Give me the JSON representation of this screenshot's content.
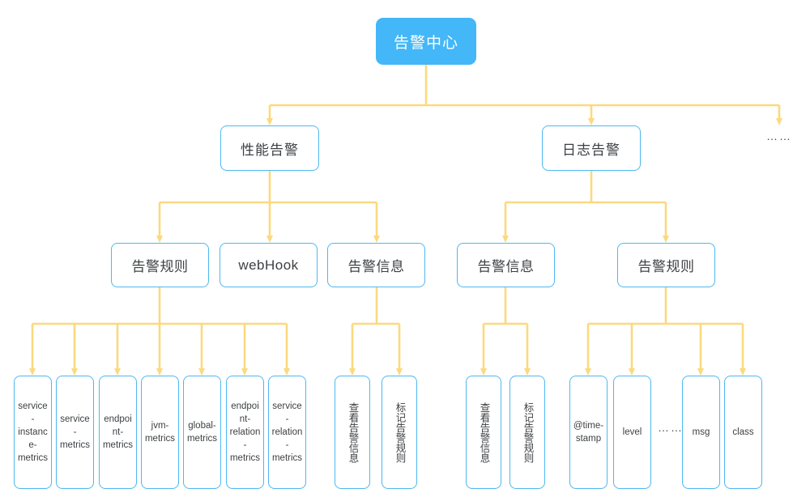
{
  "diagram": {
    "title": "告警中心",
    "accent_line_color": "#fbd97f",
    "node_border_color": "#4db8f0",
    "root_fill_color": "#43b7f8",
    "text_color": "#3d4043",
    "ellipsis_text": "……",
    "nodes": {
      "root": {
        "label": "告警中心"
      },
      "level2": [
        {
          "label": "性能告警"
        },
        {
          "label": "日志告警"
        },
        {
          "label": "……"
        }
      ],
      "perf_children": [
        {
          "label": "告警规则"
        },
        {
          "label": "webHook"
        },
        {
          "label": "告警信息"
        }
      ],
      "log_children": [
        {
          "label": "告警信息"
        },
        {
          "label": "告警规则"
        }
      ],
      "perf_rule_leaves": [
        {
          "label": "service-instance-metrics"
        },
        {
          "label": "service-metrics"
        },
        {
          "label": "endpoint-metrics"
        },
        {
          "label": "jvm-metrics"
        },
        {
          "label": "global-metrics"
        },
        {
          "label": "endpoint-relation-metrics"
        },
        {
          "label": "service-relation-metrics"
        }
      ],
      "perf_info_leaves": [
        {
          "label": "查看告警信息"
        },
        {
          "label": "标记告警规则"
        }
      ],
      "log_info_leaves": [
        {
          "label": "查看告警信息"
        },
        {
          "label": "标记告警规则"
        }
      ],
      "log_rule_leaves": [
        {
          "label": "@time-stamp"
        },
        {
          "label": "level"
        },
        {
          "label": "msg"
        },
        {
          "label": "class"
        }
      ],
      "log_rule_ellipsis": {
        "label": "……"
      }
    }
  }
}
